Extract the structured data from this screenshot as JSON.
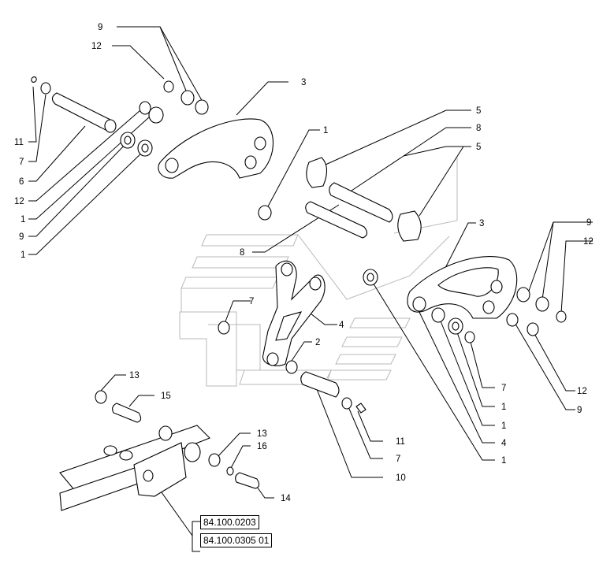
{
  "callouts": {
    "c1": "9",
    "c2": "12",
    "c3": "3",
    "c4": "11",
    "c5": "7",
    "c6": "6",
    "c7": "12",
    "c8": "1",
    "c9": "9",
    "c10": "1",
    "c11": "1",
    "c12": "5",
    "c13": "8",
    "c14": "5",
    "c15": "8",
    "c16": "7",
    "c17": "4",
    "c18": "2",
    "c19": "3",
    "c20": "9",
    "c21": "12",
    "c22": "7",
    "c23": "12",
    "c24": "9",
    "c25": "1",
    "c26": "1",
    "c27": "4",
    "c28": "1",
    "c29": "11",
    "c30": "7",
    "c31": "10",
    "c32": "13",
    "c33": "15",
    "c34": "13",
    "c35": "16",
    "c36": "14"
  },
  "references": [
    "84.100.0203",
    "84.100.0305 01"
  ]
}
